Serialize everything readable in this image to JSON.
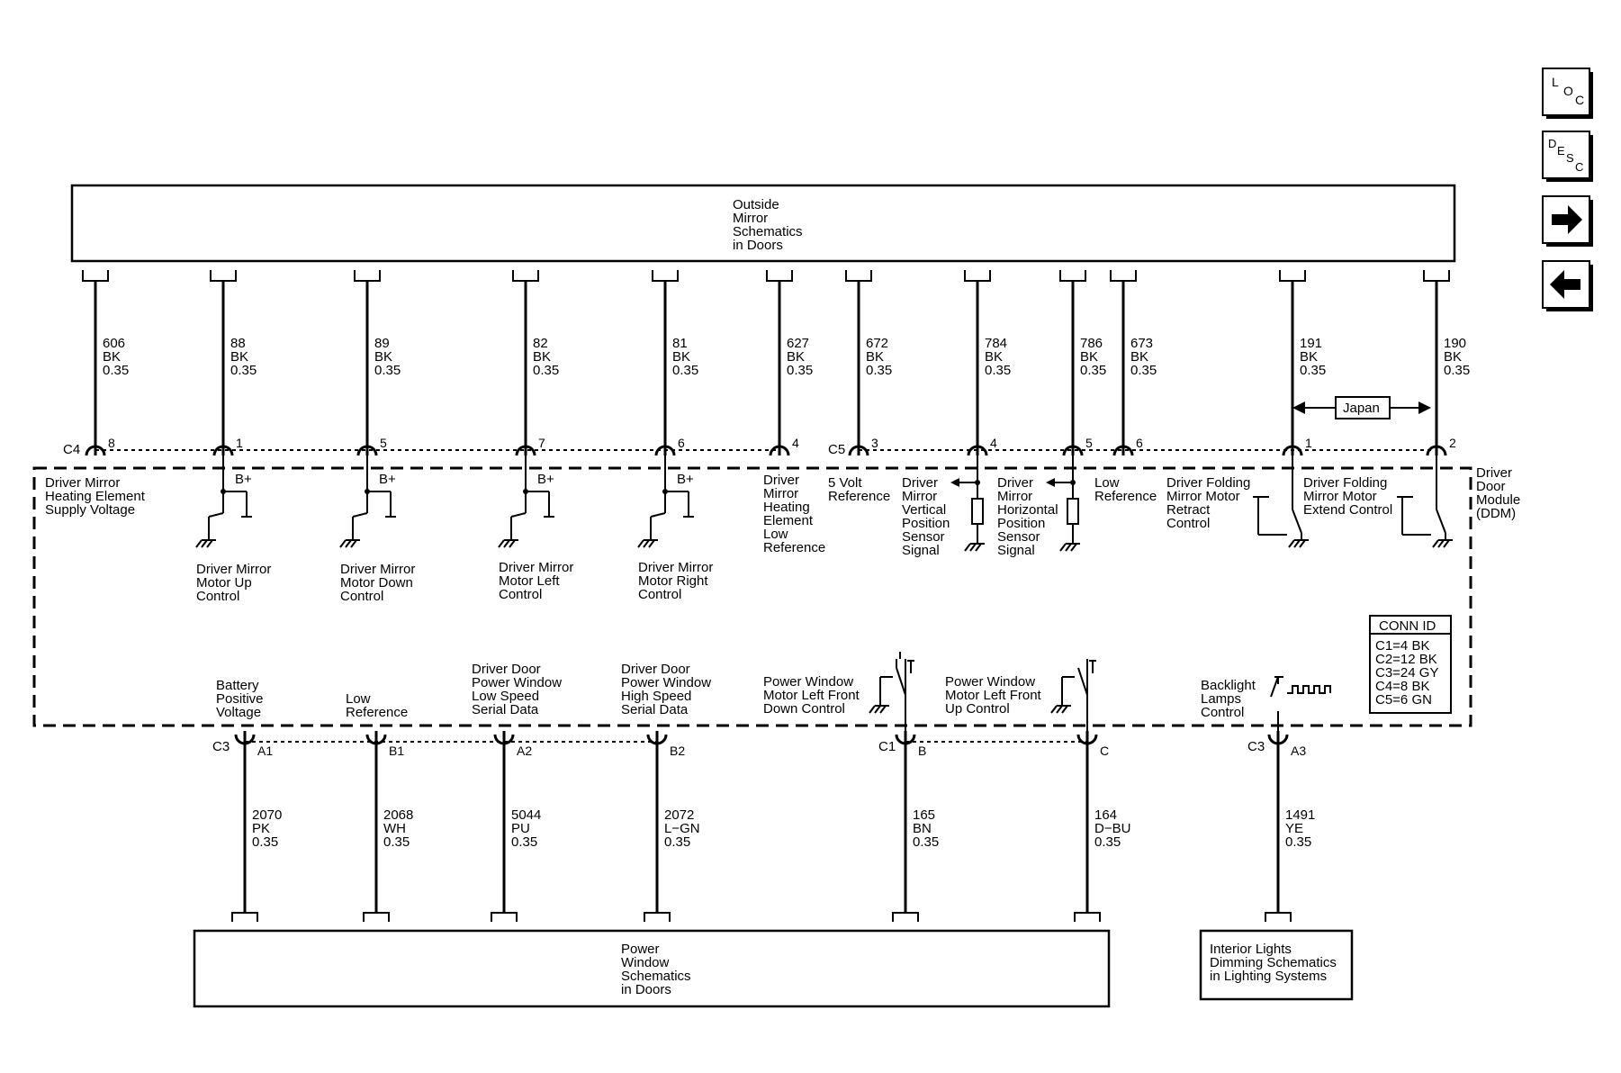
{
  "nav": {
    "loc": {
      "l1": "L",
      "l2": "O",
      "l3": "C"
    },
    "desc": {
      "l1": "D",
      "l2": "E",
      "l3": "S",
      "l4": "C"
    }
  },
  "top_box": [
    "Outside",
    "Mirror",
    "Schematics",
    "in Doors"
  ],
  "bottom_box": [
    "Power",
    "Window",
    "Schematics",
    "in Doors"
  ],
  "lighting_box": [
    "Interior Lights",
    "Dimming Schematics",
    "in Lighting Systems"
  ],
  "module_label": [
    "Driver",
    "Door",
    "Module",
    "(DDM)"
  ],
  "japan": "Japan",
  "connectors": {
    "c4": "C4",
    "c5": "C5",
    "c3": "C3",
    "c1": "C1",
    "c3b": "C3"
  },
  "conn_id": {
    "title": "CONN ID",
    "rows": [
      "C1=4 BK",
      "C2=12 BK",
      "C3=24 GY",
      "C4=8 BK",
      "C5=6 GN"
    ]
  },
  "top_wires": [
    {
      "circuit": "606",
      "color": "BK",
      "gauge": "0.35",
      "pin": "8"
    },
    {
      "circuit": "88",
      "color": "BK",
      "gauge": "0.35",
      "pin": "1"
    },
    {
      "circuit": "89",
      "color": "BK",
      "gauge": "0.35",
      "pin": "5"
    },
    {
      "circuit": "82",
      "color": "BK",
      "gauge": "0.35",
      "pin": "7"
    },
    {
      "circuit": "81",
      "color": "BK",
      "gauge": "0.35",
      "pin": "6"
    },
    {
      "circuit": "627",
      "color": "BK",
      "gauge": "0.35",
      "pin": "4"
    },
    {
      "circuit": "672",
      "color": "BK",
      "gauge": "0.35",
      "pin": "3"
    },
    {
      "circuit": "784",
      "color": "BK",
      "gauge": "0.35",
      "pin": "4"
    },
    {
      "circuit": "786",
      "color": "BK",
      "gauge": "0.35",
      "pin": "5"
    },
    {
      "circuit": "673",
      "color": "BK",
      "gauge": "0.35",
      "pin": "6"
    },
    {
      "circuit": "191",
      "color": "BK",
      "gauge": "0.35",
      "pin": "1"
    },
    {
      "circuit": "190",
      "color": "BK",
      "gauge": "0.35",
      "pin": "2"
    }
  ],
  "bottom_wires": [
    {
      "circuit": "2070",
      "color": "PK",
      "gauge": "0.35",
      "pin": "A1"
    },
    {
      "circuit": "2068",
      "color": "WH",
      "gauge": "0.35",
      "pin": "B1"
    },
    {
      "circuit": "5044",
      "color": "PU",
      "gauge": "0.35",
      "pin": "A2"
    },
    {
      "circuit": "2072",
      "color": "L−GN",
      "gauge": "0.35",
      "pin": "B2"
    },
    {
      "circuit": "165",
      "color": "BN",
      "gauge": "0.35",
      "pin": "B"
    },
    {
      "circuit": "164",
      "color": "D−BU",
      "gauge": "0.35",
      "pin": "C"
    },
    {
      "circuit": "1491",
      "color": "YE",
      "gauge": "0.35",
      "pin": "A3"
    }
  ],
  "bplus": "B+",
  "labels": {
    "heating_supply": [
      "Driver Mirror",
      "Heating Element",
      "Supply Voltage"
    ],
    "motor_up": [
      "Driver Mirror",
      "Motor Up",
      "Control"
    ],
    "motor_down": [
      "Driver Mirror",
      "Motor Down",
      "Control"
    ],
    "motor_left": [
      "Driver Mirror",
      "Motor Left",
      "Control"
    ],
    "motor_right": [
      "Driver Mirror",
      "Motor Right",
      "Control"
    ],
    "heating_low": [
      "Driver",
      "Mirror",
      "Heating",
      "Element",
      "Low",
      "Reference"
    ],
    "five_volt": [
      "5 Volt",
      "Reference"
    ],
    "vertical_sensor": [
      "Driver",
      "Mirror",
      "Vertical",
      "Position",
      "Sensor",
      "Signal"
    ],
    "horizontal_sensor": [
      "Driver",
      "Mirror",
      "Horizontal",
      "Position",
      "Sensor",
      "Signal"
    ],
    "low_ref_top": [
      "Low",
      "Reference"
    ],
    "fold_retract": [
      "Driver Folding",
      "Mirror Motor",
      "Retract",
      "Control"
    ],
    "fold_extend": [
      "Driver Folding",
      "Mirror Motor",
      "Extend Control"
    ],
    "battery": [
      "Battery",
      "Positive",
      "Voltage"
    ],
    "low_ref_bottom": [
      "Low",
      "Reference"
    ],
    "low_speed": [
      "Driver Door",
      "Power Window",
      "Low Speed",
      "Serial Data"
    ],
    "high_speed": [
      "Driver Door",
      "Power Window",
      "High Speed",
      "Serial Data"
    ],
    "window_down": [
      "Power Window",
      "Motor Left Front",
      "Down Control"
    ],
    "window_up": [
      "Power Window",
      "Motor Left Front",
      "Up Control"
    ],
    "backlight": [
      "Backlight",
      "Lamps",
      "Control"
    ]
  }
}
